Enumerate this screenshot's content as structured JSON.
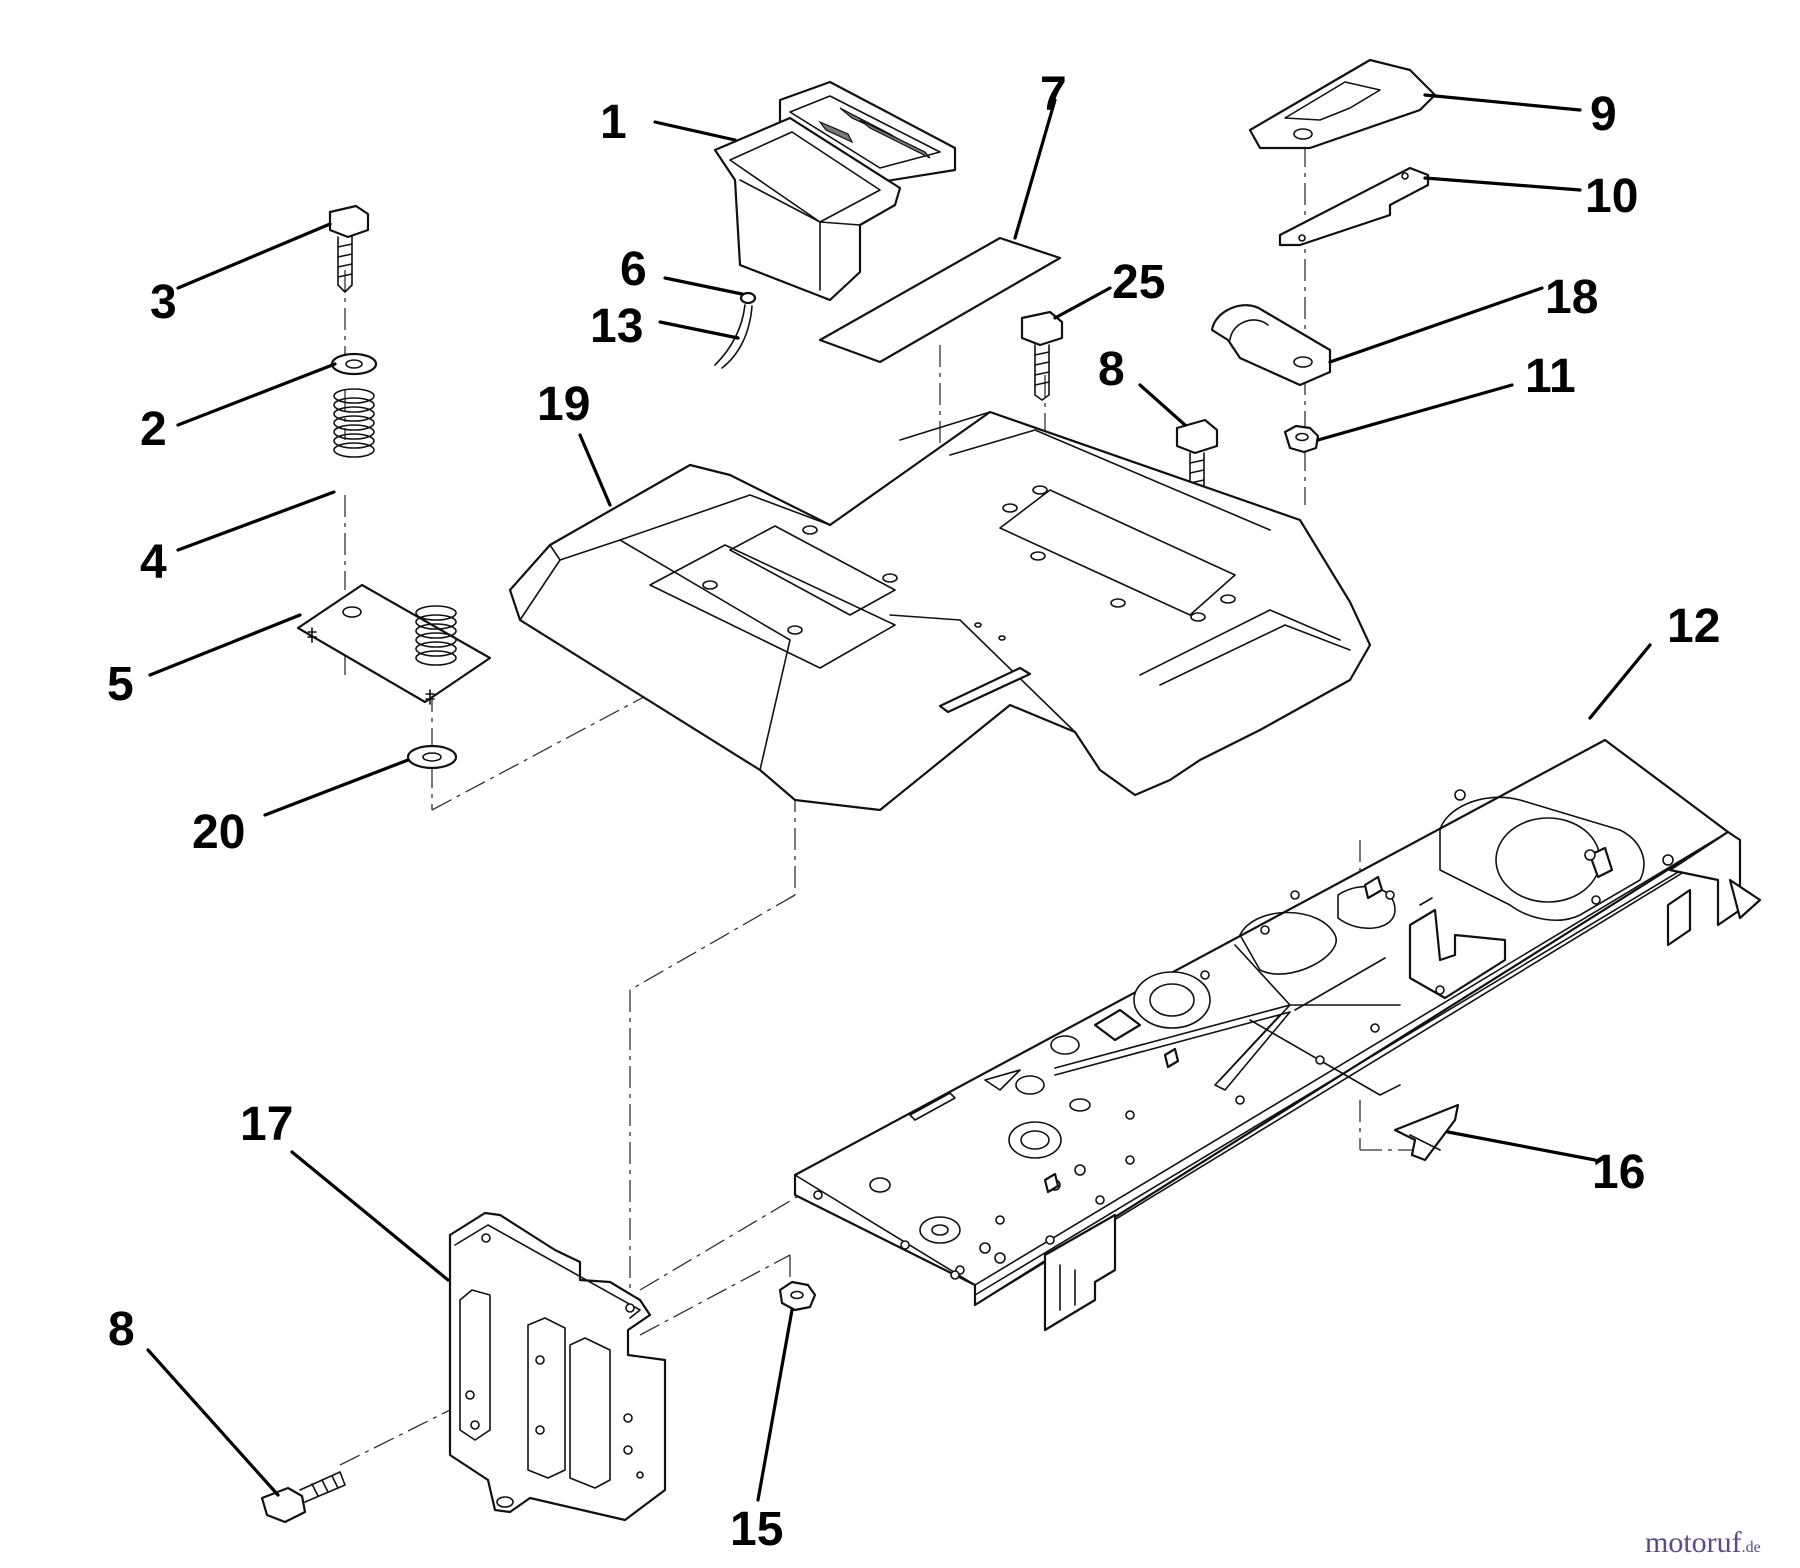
{
  "callouts": [
    {
      "id": "c1",
      "label": "1"
    },
    {
      "id": "c2",
      "label": "2"
    },
    {
      "id": "c3",
      "label": "3"
    },
    {
      "id": "c4",
      "label": "4"
    },
    {
      "id": "c5",
      "label": "5"
    },
    {
      "id": "c6",
      "label": "6"
    },
    {
      "id": "c7",
      "label": "7"
    },
    {
      "id": "c8a",
      "label": "8"
    },
    {
      "id": "c8b",
      "label": "8"
    },
    {
      "id": "c9",
      "label": "9"
    },
    {
      "id": "c10",
      "label": "10"
    },
    {
      "id": "c11",
      "label": "11"
    },
    {
      "id": "c12",
      "label": "12"
    },
    {
      "id": "c13",
      "label": "13"
    },
    {
      "id": "c15",
      "label": "15"
    },
    {
      "id": "c16",
      "label": "16"
    },
    {
      "id": "c17",
      "label": "17"
    },
    {
      "id": "c18",
      "label": "18"
    },
    {
      "id": "c19",
      "label": "19"
    },
    {
      "id": "c20",
      "label": "20"
    },
    {
      "id": "c25",
      "label": "25"
    }
  ],
  "watermark": {
    "name": "motoruf",
    "suffix": ".de",
    "color": "#5a4a8a"
  }
}
